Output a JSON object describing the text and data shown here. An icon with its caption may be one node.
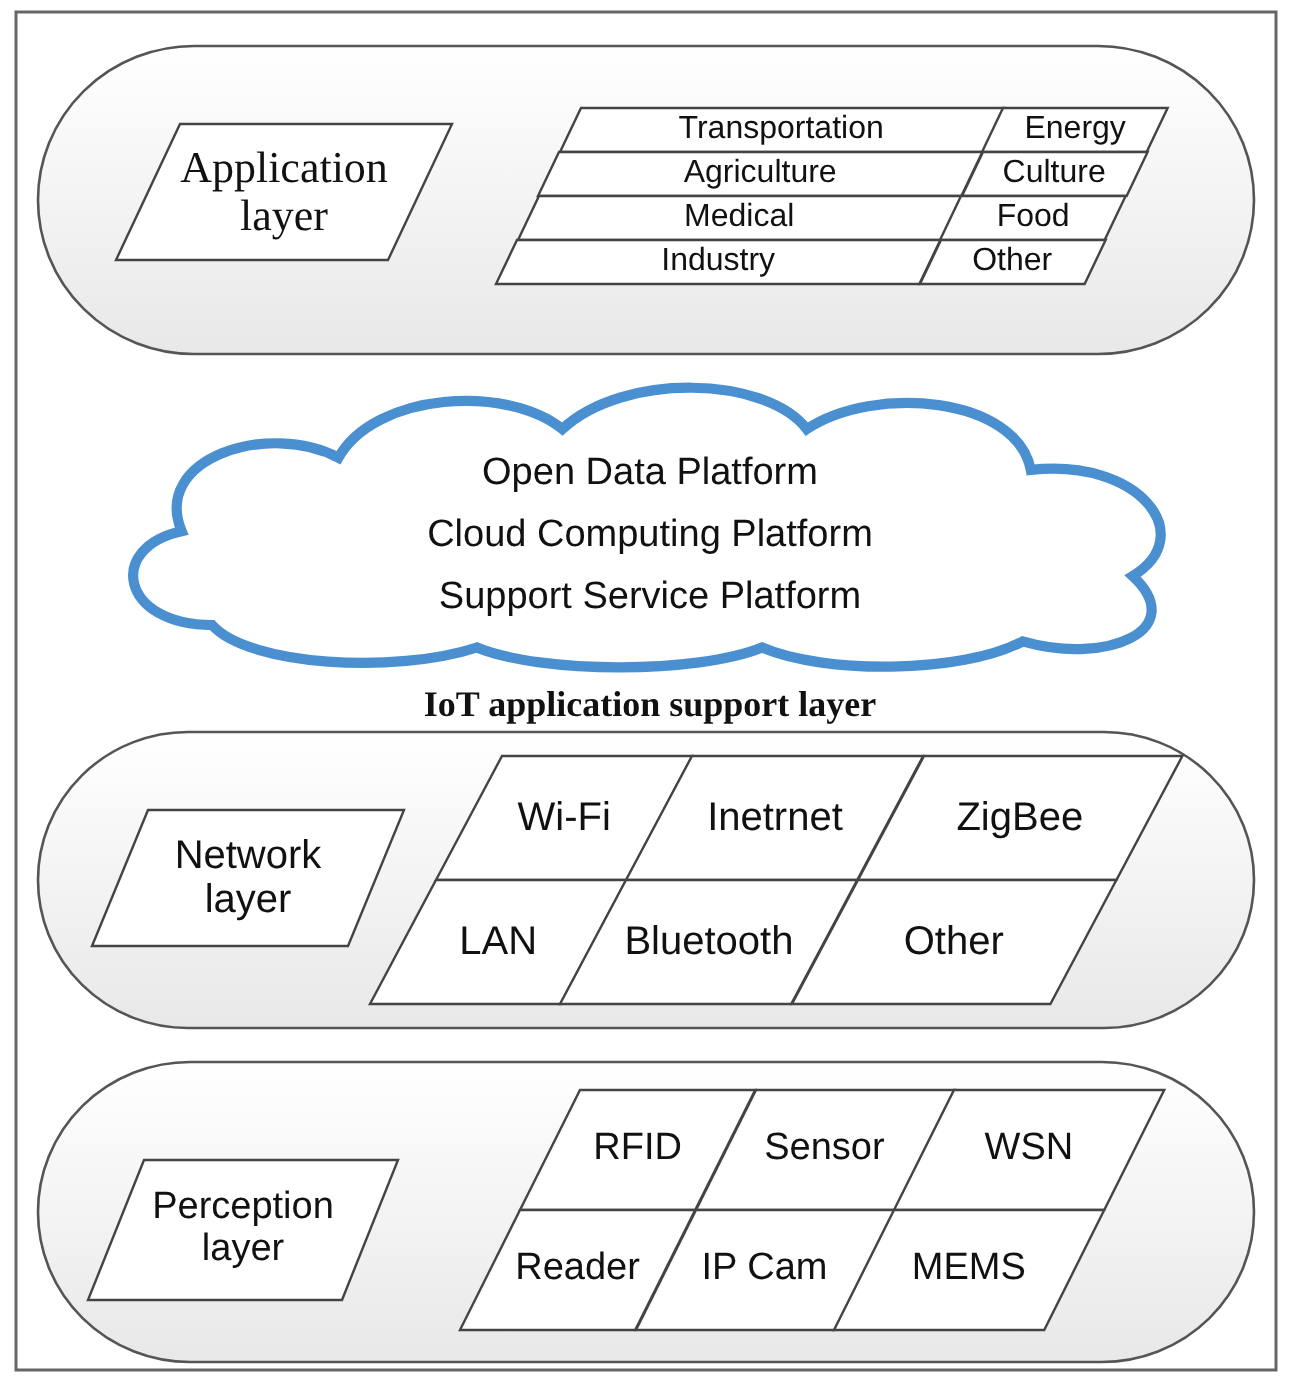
{
  "diagram": {
    "nodes": [
      {
        "text": [],
        "shape": "box"
      },
      {
        "text": [
          "Application layer"
        ],
        "in": 0
      },
      {
        "text": [
          "Transportation"
        ],
        "in": 0
      },
      {
        "text": [
          "Energy"
        ],
        "in": 0
      },
      {
        "text": [
          "Agriculture"
        ],
        "in": 0
      },
      {
        "text": [
          "Culture"
        ],
        "in": 0
      },
      {
        "text": [
          "Medical"
        ],
        "in": 0
      },
      {
        "text": [
          "Food"
        ],
        "in": 0
      },
      {
        "text": [
          "Industry"
        ],
        "in": 0
      },
      {
        "text": [
          "Other"
        ],
        "in": 0
      },
      {
        "text": [
          "Open Data Platform",
          "Cloud Computing Platform",
          "Support Service Platform"
        ],
        "beside": [
          "IoT application support layer"
        ]
      },
      {
        "text": [],
        "shape": "box"
      },
      {
        "text": [
          "Network layer"
        ],
        "in": 11
      },
      {
        "text": [
          "Wi-Fi"
        ],
        "in": 11
      },
      {
        "text": [
          "Inetrnet"
        ],
        "in": 11
      },
      {
        "text": [
          "ZigBee"
        ],
        "in": 11
      },
      {
        "text": [
          "LAN"
        ],
        "in": 11
      },
      {
        "text": [
          "Bluetooth"
        ],
        "in": 11
      },
      {
        "text": [
          "Other"
        ],
        "in": 11
      },
      {
        "text": [],
        "shape": "box"
      },
      {
        "text": [
          "Perception layer"
        ],
        "in": 19
      },
      {
        "text": [
          "RFID"
        ],
        "in": 19
      },
      {
        "text": [
          "Sensor"
        ],
        "in": 19
      },
      {
        "text": [
          "WSN"
        ],
        "in": 19
      },
      {
        "text": [
          "Reader"
        ],
        "in": 19
      },
      {
        "text": [
          "IP Cam"
        ],
        "in": 19
      },
      {
        "text": [
          "MEMS"
        ],
        "in": 19
      }
    ]
  }
}
